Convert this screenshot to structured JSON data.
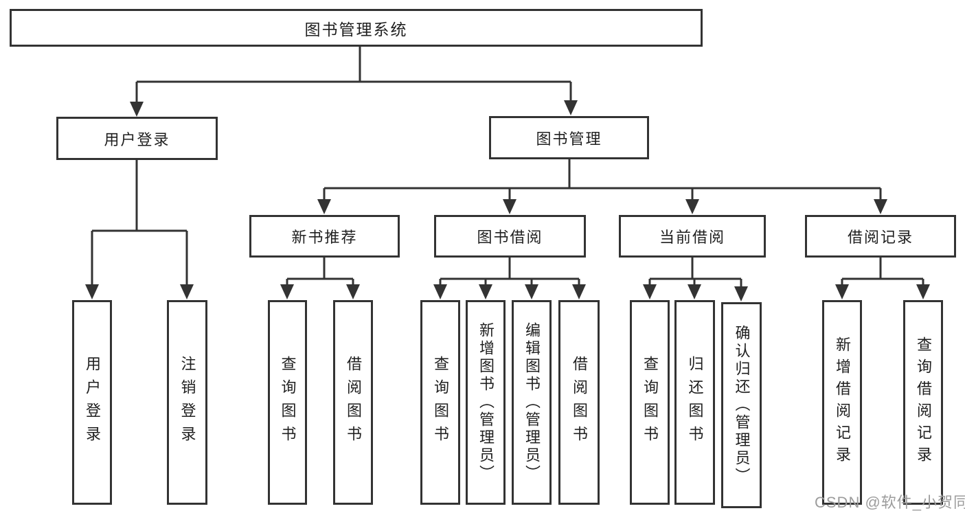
{
  "diagram": {
    "type": "hierarchy-tree",
    "root": {
      "label": "图书管理系统",
      "children": [
        {
          "label": "用户登录",
          "children": [
            {
              "label": "用户登录"
            },
            {
              "label": "注销登录"
            }
          ]
        },
        {
          "label": "图书管理",
          "children": [
            {
              "label": "新书推荐",
              "children": [
                {
                  "label": "查询图书"
                },
                {
                  "label": "借阅图书"
                }
              ]
            },
            {
              "label": "图书借阅",
              "children": [
                {
                  "label": "查询图书"
                },
                {
                  "label": "新增图书（管理员）"
                },
                {
                  "label": "编辑图书（管理员）"
                },
                {
                  "label": "借阅图书"
                }
              ]
            },
            {
              "label": "当前借阅",
              "children": [
                {
                  "label": "查询图书"
                },
                {
                  "label": "归还图书"
                },
                {
                  "label": "确认归还（管理员）"
                }
              ]
            },
            {
              "label": "借阅记录",
              "children": [
                {
                  "label": "新增借阅记录"
                },
                {
                  "label": "查询借阅记录"
                }
              ]
            }
          ]
        }
      ]
    },
    "colors": {
      "box_border": "#333333",
      "box_fill": "#ffffff",
      "text": "#1f1f1f",
      "watermark_text": "#9c9c9c"
    }
  },
  "watermark": "CSDN @软件_小贺同学"
}
